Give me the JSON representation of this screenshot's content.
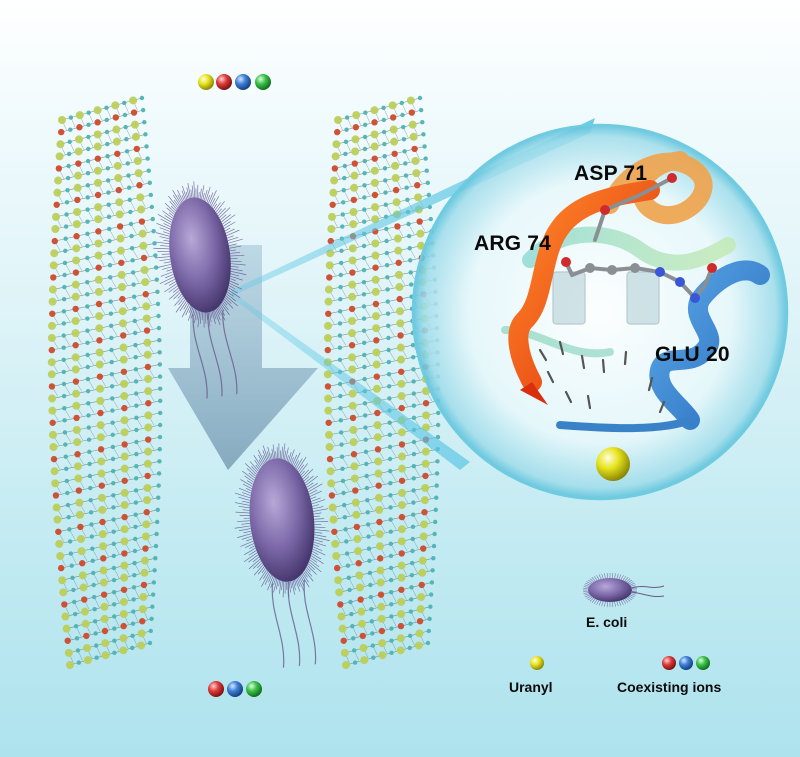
{
  "labels": {
    "asp": "ASP 71",
    "arg": "ARG 74",
    "glu": "GLU 20"
  },
  "legend": {
    "ecoli": "E. coli",
    "uranyl": "Uranyl",
    "coexisting": "Coexisting ions"
  },
  "colors": {
    "uranyl": "#e4e01c",
    "red_ion": "#dc3b3b",
    "blue_ion": "#3f7fd8",
    "green_ion": "#3cc24a",
    "bacterium": "#7a66a6",
    "lattice_o": "#bccf5a",
    "lattice_u": "#cf4a2a",
    "lattice_c": "#4fb2b2"
  }
}
